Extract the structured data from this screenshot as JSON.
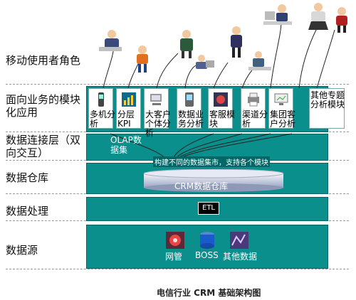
{
  "layers": {
    "mobile_roles": "移动使用者角色",
    "business_modules": "面向业务的模块化应用",
    "data_connection": "数据连接层（双向交互）",
    "data_warehouse": "数据仓库",
    "data_processing": "数据处理",
    "data_source": "数据源"
  },
  "modules": [
    {
      "label": "多机分析",
      "icon": "phone-icon"
    },
    {
      "label": "分层KPI",
      "icon": "chart-icon"
    },
    {
      "label": "大客户个体分析",
      "icon": "computer-icon"
    },
    {
      "label": "数据业务分析",
      "icon": "pda-icon"
    },
    {
      "label": "客服模块",
      "icon": "service-icon"
    },
    {
      "label": "渠道分析",
      "icon": "printer-icon"
    },
    {
      "label": "集团客户分析",
      "icon": "monitor-icon"
    },
    {
      "label": "其他专题分析模块",
      "icon": ""
    }
  ],
  "connection": {
    "olap": "OLAP数据集",
    "mart_text": "构建不同的数据集市，支持各个模块"
  },
  "warehouse": {
    "label": "CRM数据仓库"
  },
  "processing": {
    "label": "ETL"
  },
  "sources": [
    {
      "label": "网管",
      "icon": "network-icon"
    },
    {
      "label": "BOSS",
      "icon": "database-icon"
    },
    {
      "label": "其他数据",
      "icon": "data-icon"
    }
  ],
  "caption": "电信行业 CRM 基础架构图"
}
